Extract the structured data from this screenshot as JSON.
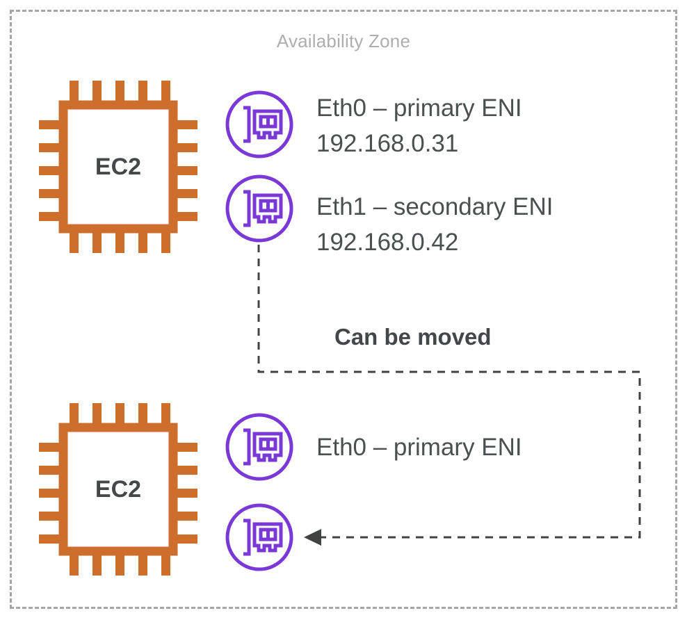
{
  "diagram": {
    "title": "Availability Zone",
    "colors": {
      "zone_border": "#a6a6a6",
      "zone_title": "#aeaeae",
      "ec2_orange": "#ce6e2d",
      "eni_purple": "#7a38d6",
      "text_dark": "#4a4f50",
      "connector": "#3f4443",
      "background": "#ffffff"
    },
    "instances": [
      {
        "id": "ec2-top",
        "label": "EC2",
        "icon": "cpu-chip-icon",
        "interfaces": [
          {
            "id": "eni-top-eth0",
            "icon": "network-interface-icon",
            "name": "Eth0 – primary ENI",
            "ip": "192.168.0.31"
          },
          {
            "id": "eni-top-eth1",
            "icon": "network-interface-icon",
            "name": "Eth1 – secondary ENI",
            "ip": "192.168.0.42"
          }
        ]
      },
      {
        "id": "ec2-bottom",
        "label": "EC2",
        "icon": "cpu-chip-icon",
        "interfaces": [
          {
            "id": "eni-bottom-eth0",
            "icon": "network-interface-icon",
            "name": "Eth0 – primary ENI",
            "ip": ""
          },
          {
            "id": "eni-bottom-slot",
            "icon": "network-interface-icon",
            "name": "",
            "ip": ""
          }
        ]
      }
    ],
    "annotation": {
      "move_label": "Can be moved",
      "arrow": "arrow-left-icon",
      "line_style": "dashed"
    }
  }
}
